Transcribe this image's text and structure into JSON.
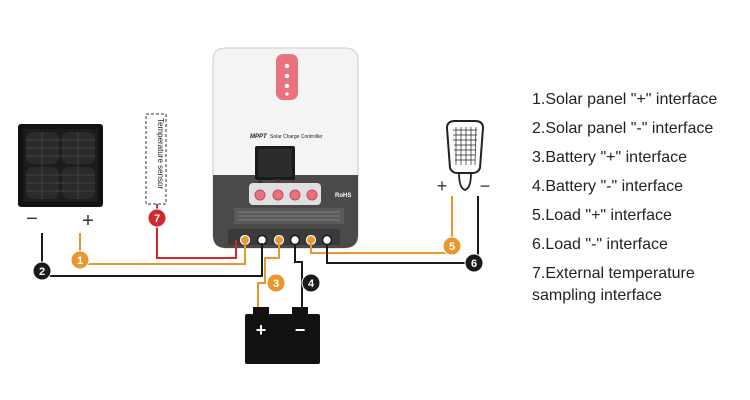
{
  "controller": {
    "brand": "MPPT",
    "title": "Solar Charge Controller",
    "rohs_label": "RoHS"
  },
  "sensor": {
    "label": "Temperature sensor"
  },
  "polarity": {
    "panel_minus": "−",
    "panel_plus": "+",
    "lamp_plus": "+",
    "lamp_minus": "−",
    "battery_plus": "+",
    "battery_minus": "−"
  },
  "callouts": {
    "c1": "1",
    "c2": "2",
    "c3": "3",
    "c4": "4",
    "c5": "5",
    "c6": "6",
    "c7": "7"
  },
  "legend": [
    "1.Solar panel \"+\" interface",
    "2.Solar panel \"-\" interface",
    "3.Battery \"+\" interface",
    "4.Battery \"-\" interface",
    "5.Load \"+\" interface",
    "6.Load \"-\" interface",
    "7.External temperature sampling interface"
  ],
  "colors": {
    "positive_wire": "#e8962e",
    "negative_wire": "#1a1a1a",
    "sensor_wire": "#cf2a2a",
    "controller_body": "#f4f4f4",
    "controller_dark": "#4a4a4a",
    "accent_pink": "#e8737f"
  }
}
